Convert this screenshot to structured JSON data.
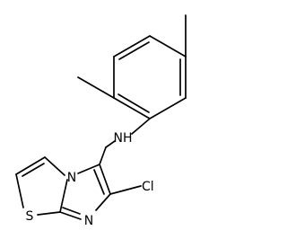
{
  "molecule": {
    "atoms": {
      "nh": "NH",
      "n_ring": "N",
      "s_ring": "S",
      "cl": "Cl"
    }
  }
}
